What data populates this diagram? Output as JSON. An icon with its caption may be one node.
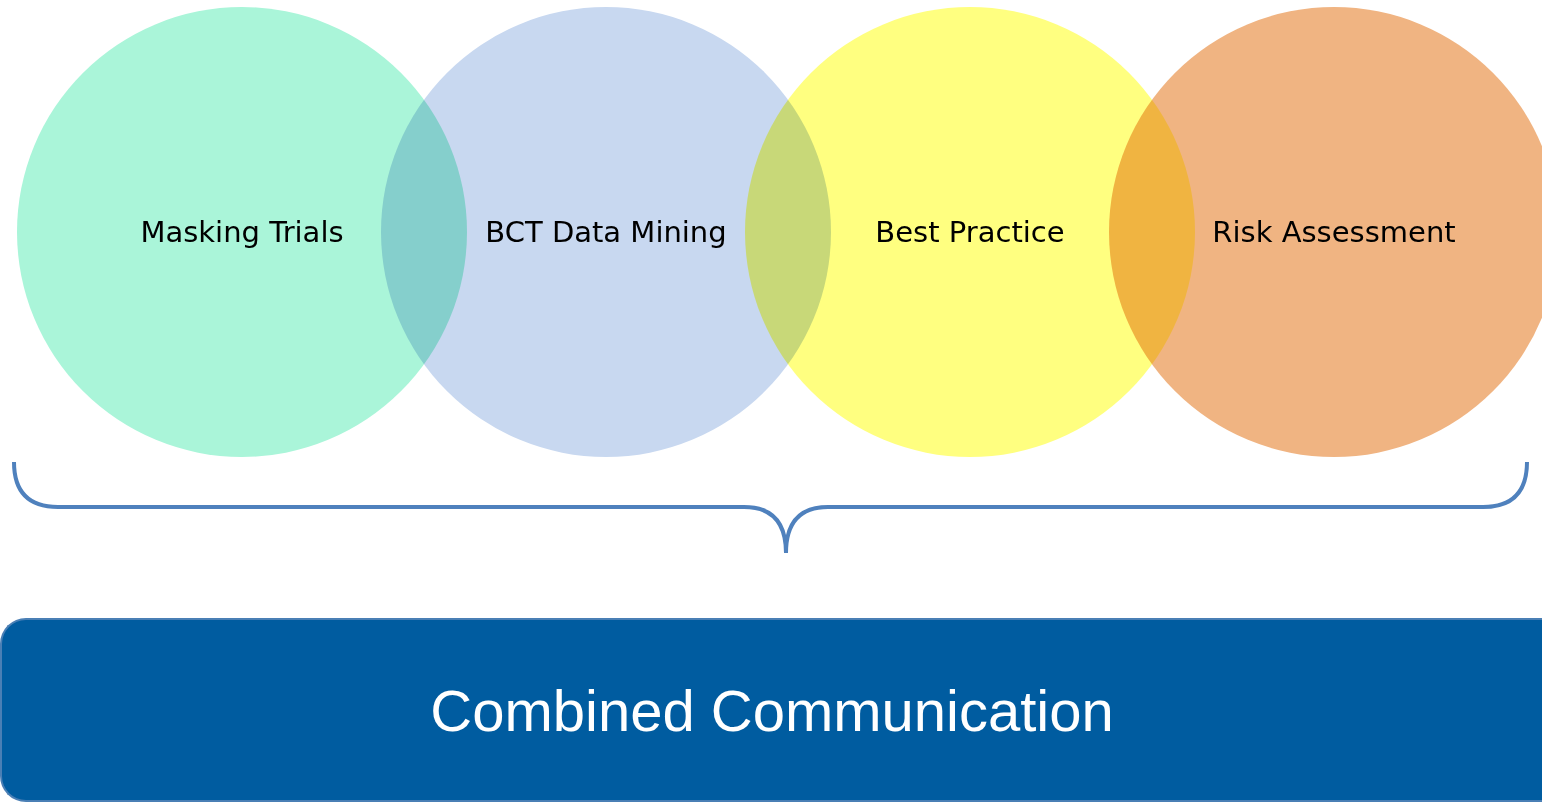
{
  "diagram": {
    "nodes": [
      {
        "text": [
          "Masking Trials"
        ]
      },
      {
        "text": [
          "BCT Data Mining"
        ]
      },
      {
        "text": [
          "Best Practice"
        ]
      },
      {
        "text": [
          "Risk Assessment"
        ]
      },
      {
        "text": [
          "Combined Communication"
        ]
      }
    ]
  }
}
